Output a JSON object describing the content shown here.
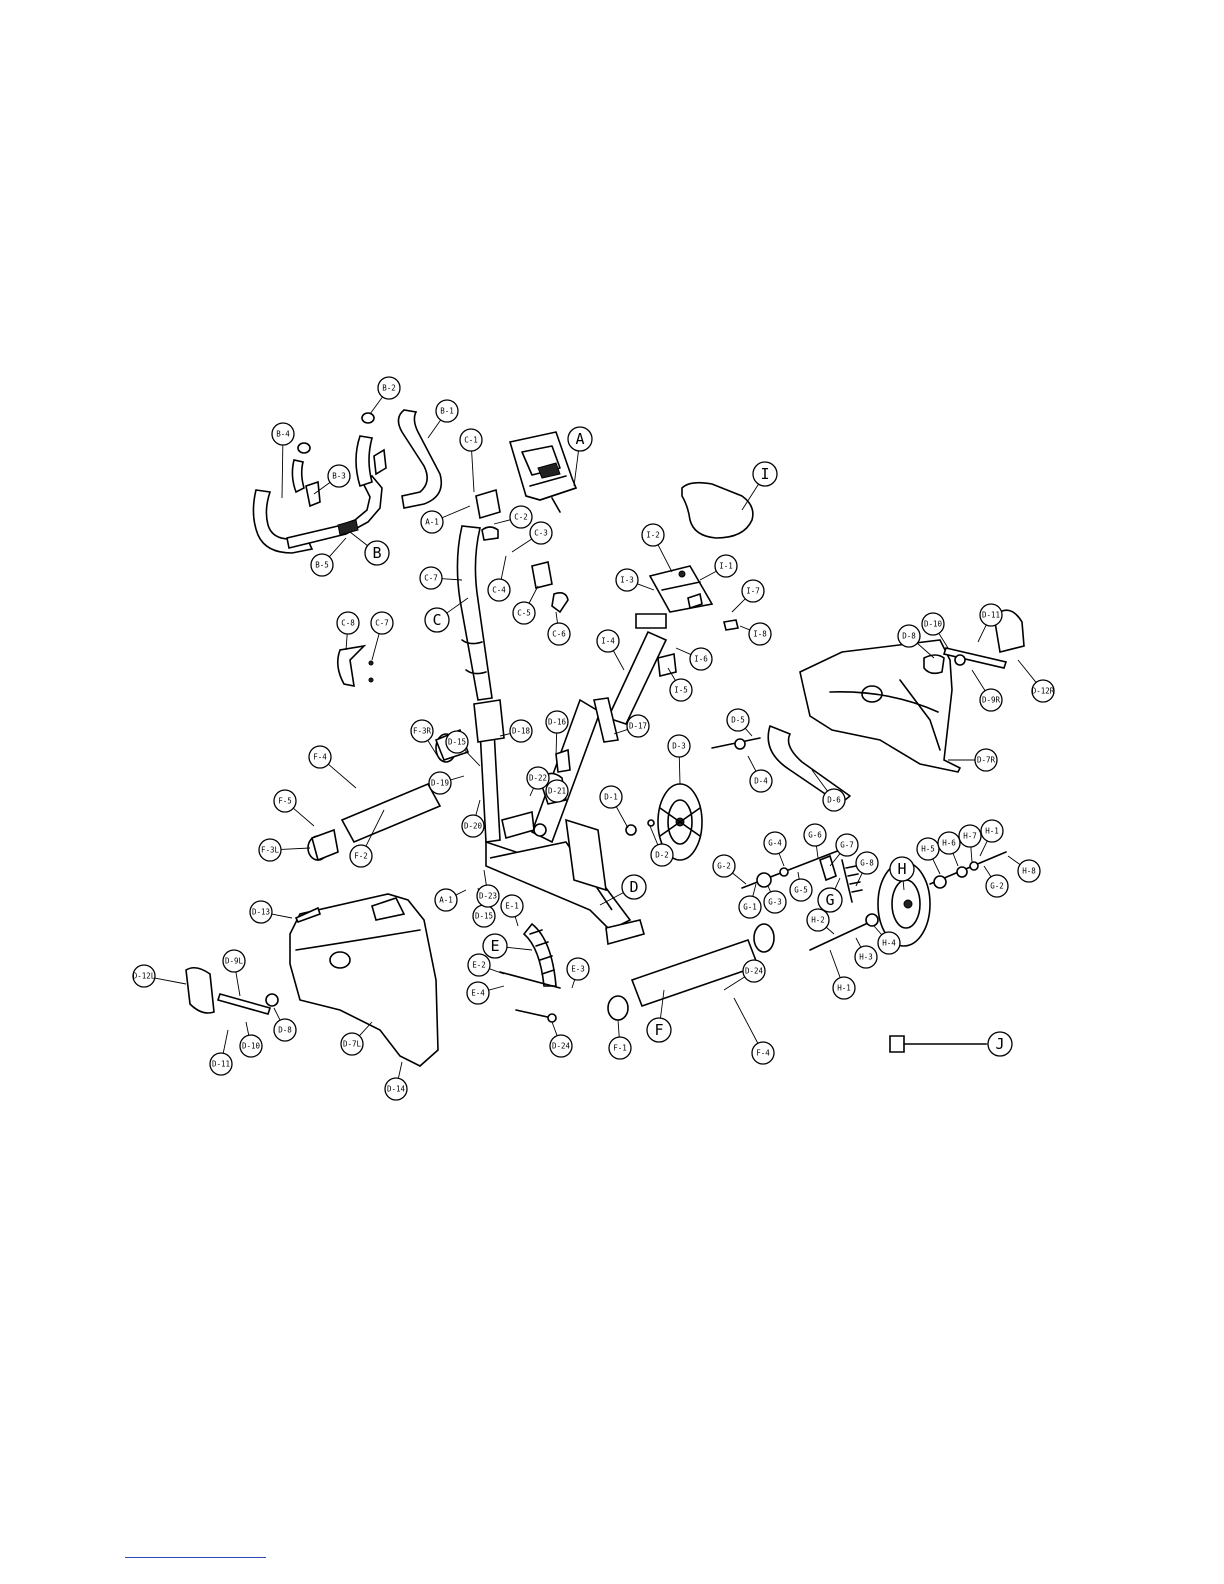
{
  "callouts": [
    {
      "id": "A",
      "big": true
    },
    {
      "id": "B",
      "big": true
    },
    {
      "id": "C",
      "big": true
    },
    {
      "id": "D",
      "big": true
    },
    {
      "id": "E",
      "big": true
    },
    {
      "id": "F",
      "big": true
    },
    {
      "id": "G",
      "big": true
    },
    {
      "id": "H",
      "big": true
    },
    {
      "id": "I",
      "big": true
    },
    {
      "id": "J",
      "big": true
    },
    {
      "id": "A-1"
    },
    {
      "id": "A-1b",
      "label": "A-1"
    },
    {
      "id": "B-1"
    },
    {
      "id": "B-2"
    },
    {
      "id": "B-3"
    },
    {
      "id": "B-4"
    },
    {
      "id": "B-5"
    },
    {
      "id": "C-1"
    },
    {
      "id": "C-2"
    },
    {
      "id": "C-3"
    },
    {
      "id": "C-4"
    },
    {
      "id": "C-5"
    },
    {
      "id": "C-6"
    },
    {
      "id": "C-7"
    },
    {
      "id": "C-7b",
      "label": "C-7"
    },
    {
      "id": "C-8"
    },
    {
      "id": "D-1"
    },
    {
      "id": "D-2"
    },
    {
      "id": "D-3"
    },
    {
      "id": "D-4"
    },
    {
      "id": "D-5"
    },
    {
      "id": "D-6"
    },
    {
      "id": "D-7R"
    },
    {
      "id": "D-7L"
    },
    {
      "id": "D-8"
    },
    {
      "id": "D-8b",
      "label": "D-8"
    },
    {
      "id": "D-9R"
    },
    {
      "id": "D-9L"
    },
    {
      "id": "D-10"
    },
    {
      "id": "D-10b",
      "label": "D-10"
    },
    {
      "id": "D-11"
    },
    {
      "id": "D-11b",
      "label": "D-11"
    },
    {
      "id": "D-12R"
    },
    {
      "id": "D-12L"
    },
    {
      "id": "D-13"
    },
    {
      "id": "D-14"
    },
    {
      "id": "D-15"
    },
    {
      "id": "D-15b",
      "label": "D-15"
    },
    {
      "id": "D-16"
    },
    {
      "id": "D-17"
    },
    {
      "id": "D-18"
    },
    {
      "id": "D-19"
    },
    {
      "id": "D-20"
    },
    {
      "id": "D-21"
    },
    {
      "id": "D-22"
    },
    {
      "id": "D-23"
    },
    {
      "id": "D-24"
    },
    {
      "id": "D-24b",
      "label": "D-24"
    },
    {
      "id": "E-1"
    },
    {
      "id": "E-2"
    },
    {
      "id": "E-3"
    },
    {
      "id": "E-4"
    },
    {
      "id": "F-1"
    },
    {
      "id": "F-2"
    },
    {
      "id": "F-3R"
    },
    {
      "id": "F-3L"
    },
    {
      "id": "F-4"
    },
    {
      "id": "F-4b",
      "label": "F-4"
    },
    {
      "id": "F-5"
    },
    {
      "id": "G-1"
    },
    {
      "id": "G-2"
    },
    {
      "id": "G-2b",
      "label": "G-2"
    },
    {
      "id": "G-3"
    },
    {
      "id": "G-4"
    },
    {
      "id": "G-5"
    },
    {
      "id": "G-6"
    },
    {
      "id": "G-7"
    },
    {
      "id": "G-8"
    },
    {
      "id": "H-1"
    },
    {
      "id": "H-1b",
      "label": "H-1"
    },
    {
      "id": "H-2"
    },
    {
      "id": "H-3"
    },
    {
      "id": "H-4"
    },
    {
      "id": "H-5"
    },
    {
      "id": "H-6"
    },
    {
      "id": "H-7"
    },
    {
      "id": "H-8"
    },
    {
      "id": "I-1"
    },
    {
      "id": "I-2"
    },
    {
      "id": "I-3"
    },
    {
      "id": "I-4"
    },
    {
      "id": "I-5"
    },
    {
      "id": "I-6"
    },
    {
      "id": "I-7"
    },
    {
      "id": "I-8"
    }
  ]
}
